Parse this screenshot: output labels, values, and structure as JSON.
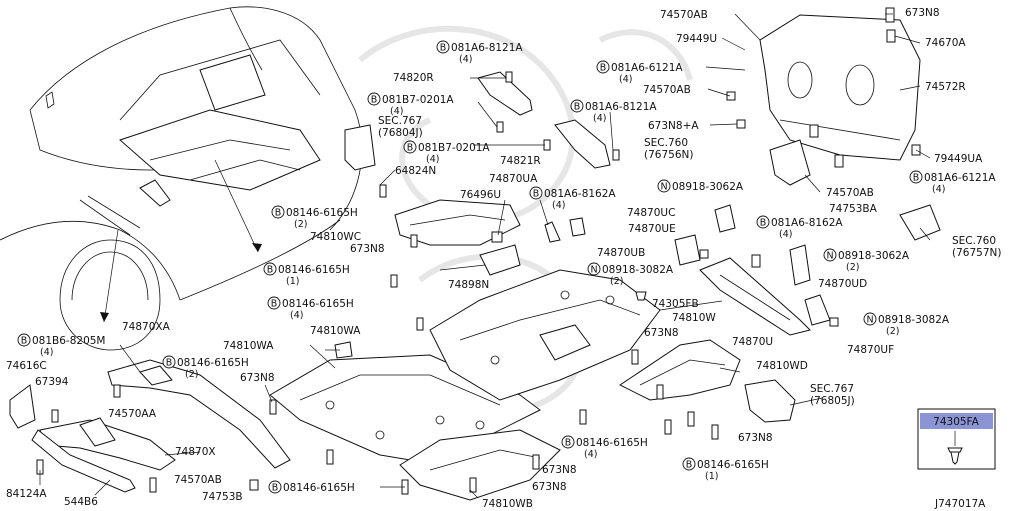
{
  "diagram_id": "J747017A",
  "highlight_part": "74305FA",
  "callouts": [
    {
      "id": "c_74570AB_top",
      "text": "74570AB"
    },
    {
      "id": "c_673N8_top",
      "text": "673N8"
    },
    {
      "id": "c_79449U",
      "text": "79449U"
    },
    {
      "id": "c_74670A",
      "text": "74670A"
    },
    {
      "id": "c_081A6_6121A_l",
      "text": "081A6-6121A",
      "bolt": true,
      "qty": "(4)"
    },
    {
      "id": "c_74572R",
      "text": "74572R"
    },
    {
      "id": "c_74570AB_mid",
      "text": "74570AB"
    },
    {
      "id": "c_081A6_8121A_top",
      "text": "081A6-8121A",
      "bolt": true,
      "qty": "(4)"
    },
    {
      "id": "c_74820R",
      "text": "74820R"
    },
    {
      "id": "c_081B7_0201A_top",
      "text": "081B7-0201A",
      "bolt": true,
      "qty": "(4)"
    },
    {
      "id": "c_081A6_8121A_mid",
      "text": "081A6-8121A",
      "bolt": true,
      "qty": "(4)"
    },
    {
      "id": "c_673N8A",
      "text": "673N8+A"
    },
    {
      "id": "c_sec767_top",
      "text": "SEC.767",
      "sub": "(76804J)"
    },
    {
      "id": "c_081B7_0201A_mid",
      "text": "081B7-0201A",
      "bolt": true,
      "qty": "(4)"
    },
    {
      "id": "c_sec760_top",
      "text": "SEC.760",
      "sub": "(76756N)"
    },
    {
      "id": "c_79449UA",
      "text": "79449UA"
    },
    {
      "id": "c_74821R",
      "text": "74821R"
    },
    {
      "id": "c_64824N",
      "text": "64824N"
    },
    {
      "id": "c_74870UA",
      "text": "74870UA"
    },
    {
      "id": "c_08918_3062A_top",
      "text": "08918-3062A",
      "nut": true
    },
    {
      "id": "c_74570AB_r",
      "text": "74570AB"
    },
    {
      "id": "c_081A6_6121A_r",
      "text": "081A6-6121A",
      "bolt": true,
      "qty": "(4)"
    },
    {
      "id": "c_76496U",
      "text": "76496U"
    },
    {
      "id": "c_081A6_8162A_l",
      "text": "081A6-8162A",
      "bolt": true,
      "qty": "(4)"
    },
    {
      "id": "c_74753BA",
      "text": "74753BA"
    },
    {
      "id": "c_08146_6165H_a",
      "text": "08146-6165H",
      "bolt": true,
      "qty": "(2)"
    },
    {
      "id": "c_74870UC",
      "text": "74870UC"
    },
    {
      "id": "c_74810WC",
      "text": "74810WC"
    },
    {
      "id": "c_74870UE",
      "text": "74870UE"
    },
    {
      "id": "c_081A6_8162A_r",
      "text": "081A6-8162A",
      "bolt": true,
      "qty": "(4)"
    },
    {
      "id": "c_sec760_r",
      "text": "SEC.760",
      "sub": "(76757N)"
    },
    {
      "id": "c_673N8_a",
      "text": "673N8"
    },
    {
      "id": "c_74870UB",
      "text": "74870UB"
    },
    {
      "id": "c_08918_3062A_r",
      "text": "08918-3062A",
      "nut": true,
      "qty": "(2)"
    },
    {
      "id": "c_08146_6165H_b",
      "text": "08146-6165H",
      "bolt": true,
      "qty": "(1)"
    },
    {
      "id": "c_08918_3082A_mid",
      "text": "08918-3082A",
      "nut": true,
      "qty": "(2)"
    },
    {
      "id": "c_74898N",
      "text": "74898N"
    },
    {
      "id": "c_74870UD",
      "text": "74870UD"
    },
    {
      "id": "c_74305FB",
      "text": "74305FB"
    },
    {
      "id": "c_08146_6165H_c",
      "text": "08146-6165H",
      "bolt": true,
      "qty": "(4)"
    },
    {
      "id": "c_74810W",
      "text": "74810W"
    },
    {
      "id": "c_08918_3082A_r",
      "text": "08918-3082A",
      "nut": true,
      "qty": "(2)"
    },
    {
      "id": "c_74810WA_top",
      "text": "74810WA"
    },
    {
      "id": "c_673N8_b",
      "text": "673N8"
    },
    {
      "id": "c_081B6_8205M",
      "text": "081B6-8205M",
      "bolt": true,
      "qty": "(4)"
    },
    {
      "id": "c_74870XA",
      "text": "74870XA"
    },
    {
      "id": "c_74870U",
      "text": "74870U"
    },
    {
      "id": "c_74870UF",
      "text": "74870UF"
    },
    {
      "id": "c_74810WA",
      "text": "74810WA"
    },
    {
      "id": "c_08146_6165H_d",
      "text": "08146-6165H",
      "bolt": true,
      "qty": "(2)"
    },
    {
      "id": "c_74616C",
      "text": "74616C"
    },
    {
      "id": "c_74810WD",
      "text": "74810WD"
    },
    {
      "id": "c_673N8_c",
      "text": "673N8"
    },
    {
      "id": "c_67394",
      "text": "67394"
    },
    {
      "id": "c_sec767_r",
      "text": "SEC.767",
      "sub": "(76805J)"
    },
    {
      "id": "c_74570AA",
      "text": "74570AA"
    },
    {
      "id": "c_74870X",
      "text": "74870X"
    },
    {
      "id": "c_673N8_d",
      "text": "673N8"
    },
    {
      "id": "c_08146_6165H_e",
      "text": "08146-6165H",
      "bolt": true,
      "qty": "(4)"
    },
    {
      "id": "c_08146_6165H_f",
      "text": "08146-6165H",
      "bolt": true,
      "qty": "(1)"
    },
    {
      "id": "c_673N8_e",
      "text": "673N8"
    },
    {
      "id": "c_74570AB_bot",
      "text": "74570AB"
    },
    {
      "id": "c_673N8_f",
      "text": "673N8"
    },
    {
      "id": "c_84124A",
      "text": "84124A"
    },
    {
      "id": "c_544B6",
      "text": "544B6"
    },
    {
      "id": "c_74753B",
      "text": "74753B"
    },
    {
      "id": "c_08146_6165H_g",
      "text": "08146-6165H",
      "bolt": true
    },
    {
      "id": "c_74810WB",
      "text": "74810WB"
    }
  ]
}
